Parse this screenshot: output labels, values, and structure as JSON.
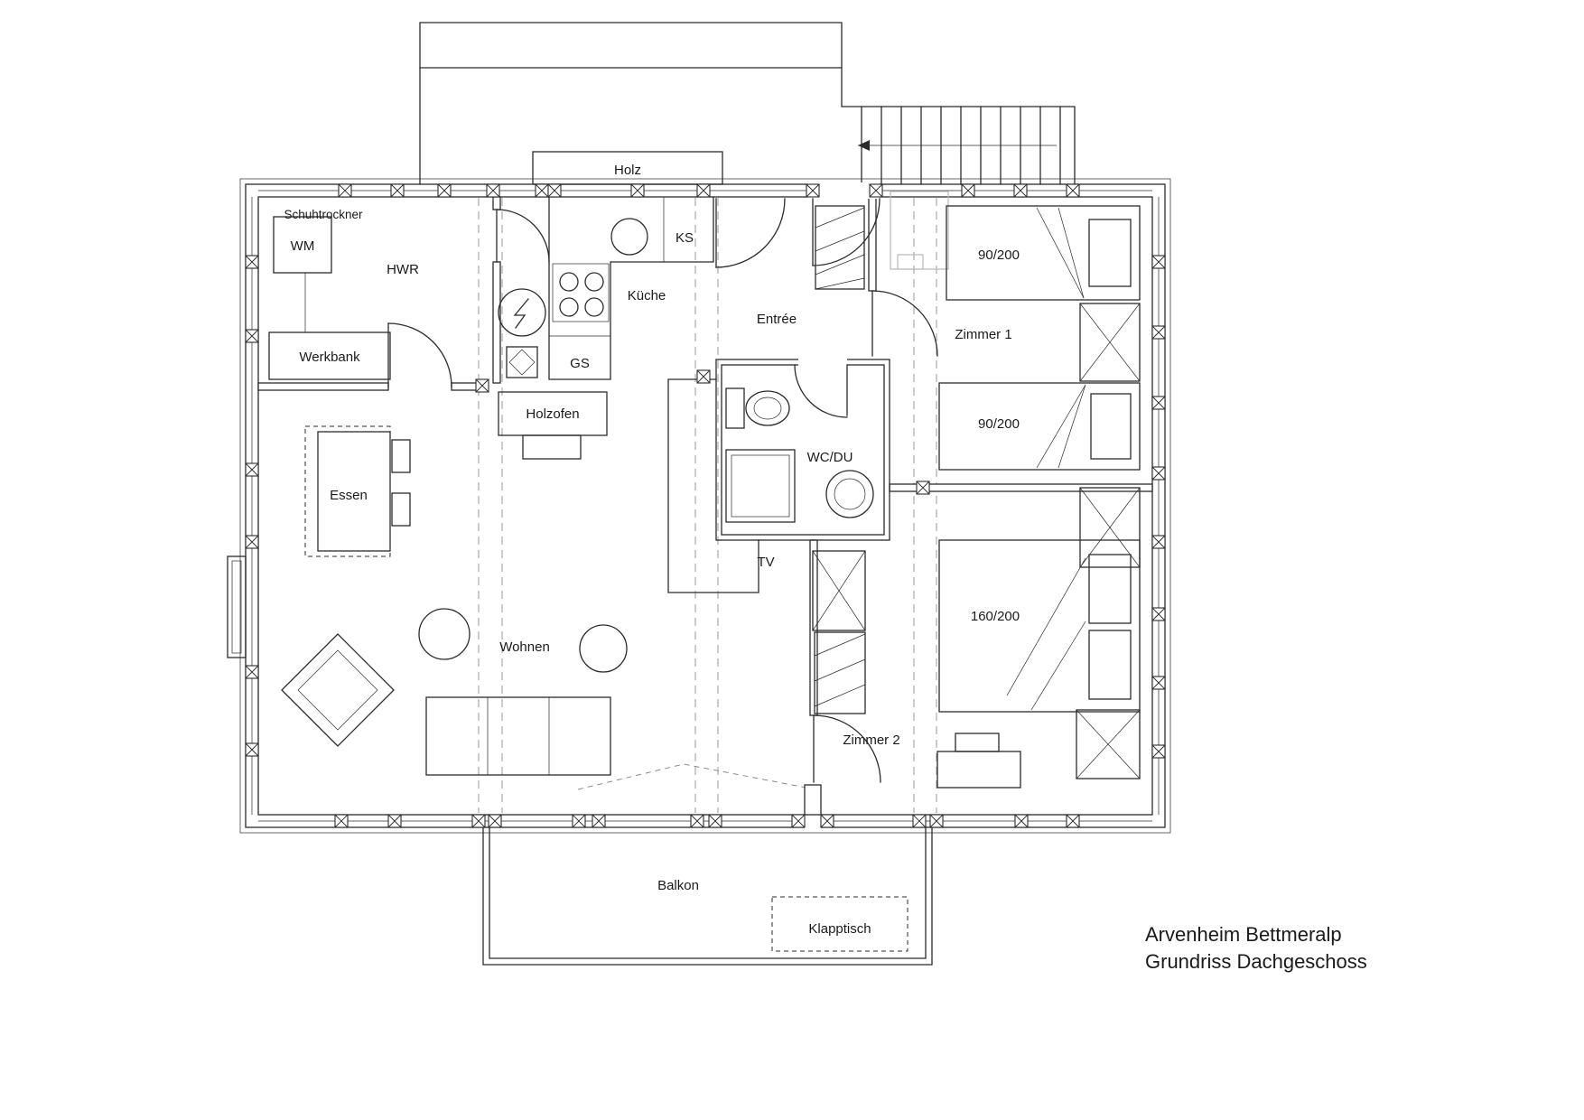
{
  "plan": {
    "rooms": {
      "hwr": "HWR",
      "kueche": "Küche",
      "entree": "Entrée",
      "wc_du": "WC/DU",
      "wohnen": "Wohnen",
      "essen": "Essen",
      "zimmer1": "Zimmer 1",
      "zimmer2": "Zimmer 2",
      "balkon": "Balkon"
    },
    "fixtures": {
      "schuhtrockner": "Schuhtrockner",
      "wm": "WM",
      "werkbank": "Werkbank",
      "holz": "Holz",
      "ks": "KS",
      "gs": "GS",
      "holzofen": "Holzofen",
      "tv": "TV",
      "klapptisch": "Klapptisch"
    },
    "beds": {
      "zimmer1_bed_top": "90/200",
      "zimmer1_bed_bottom": "90/200",
      "zimmer2_bed": "160/200"
    },
    "title": {
      "line1": "Arvenheim Bettmeralp",
      "line2": "Grundriss Dachgeschoss"
    },
    "colors": {
      "line": "#2b2b2b",
      "dash": "#9a9a9a",
      "light_gray": "#b9b9b9"
    }
  }
}
